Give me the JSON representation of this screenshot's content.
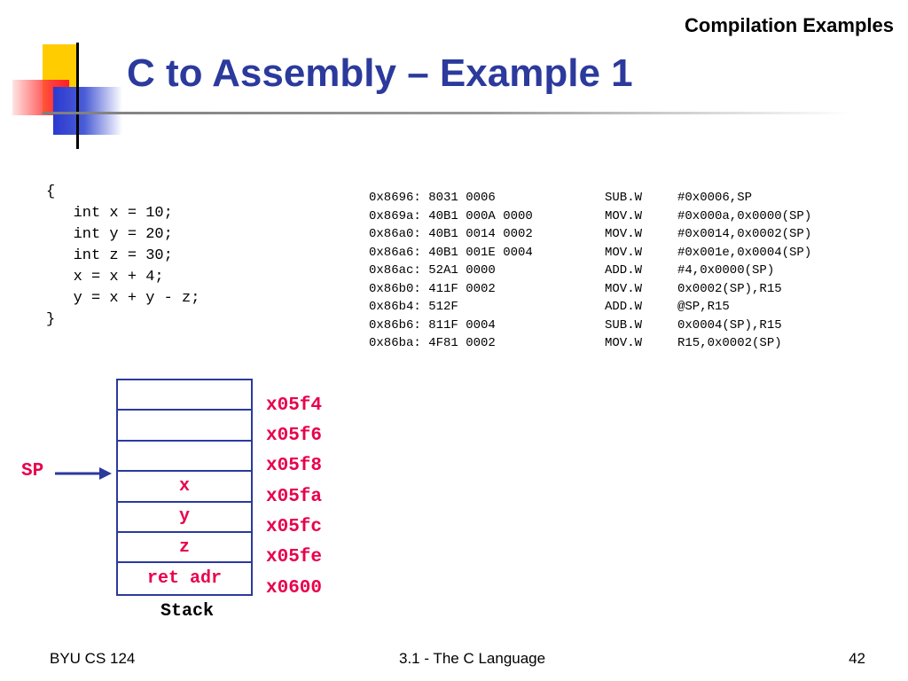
{
  "header": {
    "section": "Compilation Examples",
    "title": "C to Assembly – Example 1"
  },
  "colors": {
    "title": "#2b3a9c",
    "accent_red": "#e8004c",
    "stack_border": "#2b3a9c",
    "logo_yellow": "#ffcc00",
    "logo_red": "#ff3b3b",
    "logo_blue": "#2b3acf"
  },
  "c_code": [
    "{",
    "   int x = 10;",
    "   int y = 20;",
    "   int z = 30;",
    "   x = x + 4;",
    "   y = x + y - z;",
    "}"
  ],
  "assembly": [
    {
      "addr": "0x8696: 8031 0006",
      "op": "SUB.W",
      "arg": "#0x0006,SP"
    },
    {
      "addr": "0x869a: 40B1 000A 0000",
      "op": "MOV.W",
      "arg": "#0x000a,0x0000(SP)"
    },
    {
      "addr": "0x86a0: 40B1 0014 0002",
      "op": "MOV.W",
      "arg": "#0x0014,0x0002(SP)"
    },
    {
      "addr": "0x86a6: 40B1 001E 0004",
      "op": "MOV.W",
      "arg": "#0x001e,0x0004(SP)"
    },
    {
      "addr": "0x86ac: 52A1 0000",
      "op": "ADD.W",
      "arg": "#4,0x0000(SP)"
    },
    {
      "addr": "0x86b0: 411F 0002",
      "op": "MOV.W",
      "arg": "0x0002(SP),R15"
    },
    {
      "addr": "0x86b4: 512F",
      "op": "ADD.W",
      "arg": "@SP,R15"
    },
    {
      "addr": "0x86b6: 811F 0004",
      "op": "SUB.W",
      "arg": "0x0004(SP),R15"
    },
    {
      "addr": "0x86ba: 4F81 0002",
      "op": "MOV.W",
      "arg": "R15,0x0002(SP)"
    }
  ],
  "stack": {
    "cells": [
      "",
      "",
      "",
      "x",
      "y",
      "z",
      "ret adr"
    ],
    "addresses": [
      "x05f4",
      "x05f6",
      "x05f8",
      "x05fa",
      "x05fc",
      "x05fe",
      "x0600"
    ],
    "sp_label": "SP",
    "caption": "Stack"
  },
  "footer": {
    "left": "BYU CS 124",
    "center": "3.1 - The C Language",
    "right": "42"
  }
}
